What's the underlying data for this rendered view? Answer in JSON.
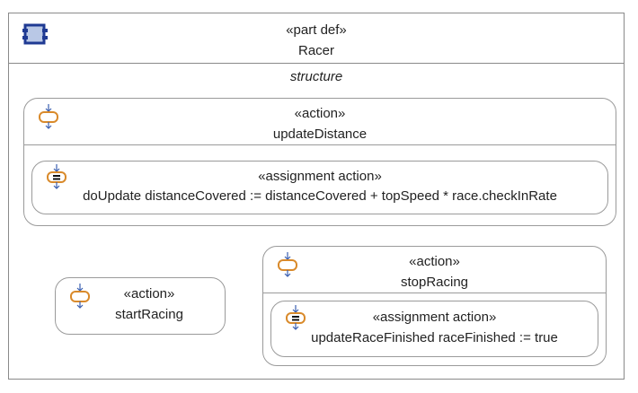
{
  "part": {
    "icon": "part-def-icon",
    "stereotype": "«part def»",
    "name": "Racer",
    "compartment": "structure"
  },
  "update_distance": {
    "icon": "action-icon",
    "stereotype": "«action»",
    "name": "updateDistance",
    "assignment": {
      "icon": "assignment-action-icon",
      "stereotype": "«assignment action»",
      "text": "doUpdate distanceCovered := distanceCovered + topSpeed * race.checkInRate"
    }
  },
  "start_racing": {
    "icon": "action-icon",
    "stereotype": "«action»",
    "name": "startRacing"
  },
  "stop_racing": {
    "icon": "action-icon",
    "stereotype": "«action»",
    "name": "stopRacing",
    "assignment": {
      "icon": "assignment-action-icon",
      "stereotype": "«assignment action»",
      "text": "updateRaceFinished raceFinished := true"
    }
  },
  "colors": {
    "border": "#8a8a8a",
    "part_icon": "#1f3a93",
    "part_icon_fill": "#b9c8e6",
    "action_icon": "#d98a2b",
    "arrow": "#3a5fb0"
  }
}
